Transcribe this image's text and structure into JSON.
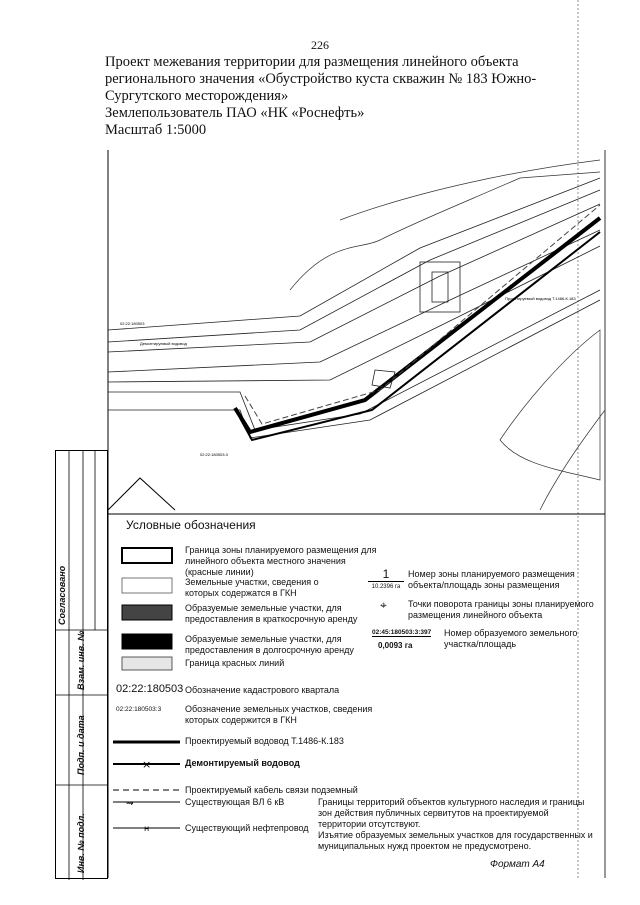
{
  "page_number": "226",
  "title_lines": [
    "Проект межевания территории для размещения линейного объекта",
    "регионального значения «Обустройство куста скважин № 183 Южно-",
    "Сургутского месторождения»",
    "Землепользователь ПАО «НК «Роснефть»",
    "Масштаб 1:5000"
  ],
  "legend_title": "Условные обозначения",
  "legend_left": [
    {
      "lines": [
        "Граница зоны планируемого размещения для",
        "линейного объекта местного значения",
        "(красные линии)"
      ]
    },
    {
      "lines": [
        "Земельные участки, сведения о",
        "которых содержатся в ГКН"
      ]
    },
    {
      "lines": [
        "Образуемые земельные участки, для",
        "предоставления в краткосрочную аренду"
      ]
    },
    {
      "lines": [
        "Образуемые земельные участки, для",
        "предоставления в долгосрочную аренду"
      ]
    },
    {
      "lines": [
        "Граница красных линий"
      ]
    },
    {
      "symbol": "02:22:180503",
      "lines": [
        "Обозначение кадастрового квартала"
      ]
    },
    {
      "symbol": "02:22:180503:3",
      "lines": [
        "Обозначение земельных участков, сведения",
        "которых содержится в ГКН"
      ]
    },
    {
      "lines": [
        "Проектируемый водовод Т.1486-К.183"
      ]
    },
    {
      "lines": [
        "Демонтируемый водовод"
      ]
    },
    {
      "lines": [
        "Проектируемый кабель связи подземный"
      ]
    },
    {
      "lines": [
        "Существующая ВЛ 6 кВ"
      ]
    },
    {
      "lines": [
        "Существующий нефтепровод"
      ]
    }
  ],
  "legend_right": [
    {
      "symbol_top": "1",
      "symbol_bottom": "10.2396 га",
      "lines": [
        "Номер зоны планируемого размещения",
        "объекта/площадь зоны размещения"
      ]
    },
    {
      "lines": [
        "Точки поворота границы зоны планируемого",
        "размещения линейного объекта"
      ]
    },
    {
      "symbol_top": "02:45:180503:3:397",
      "symbol_bottom": "0,0093 га",
      "lines": [
        "Номер образуемого земельного",
        "участка/площадь"
      ]
    }
  ],
  "notes": [
    "Границы территорий объектов культурного наследия и границы",
    "зон действия публичных сервитутов на проектируемой",
    "территории отсутствуют.",
    "Изъятие образуемых земельных участков для государственных и",
    "муниципальных нужд проектом не предусмотрено."
  ],
  "side_labels": [
    "Согласовано",
    "Взам. инв. №",
    "Подп. и дата",
    "Инв. № подл."
  ],
  "format_label": "Формат А4",
  "map_labels": [
    "Проектируемый водовод Т.1486-К.183",
    "Демонтируемый водовод",
    "02:22:180503",
    "02:22:180503:3"
  ]
}
